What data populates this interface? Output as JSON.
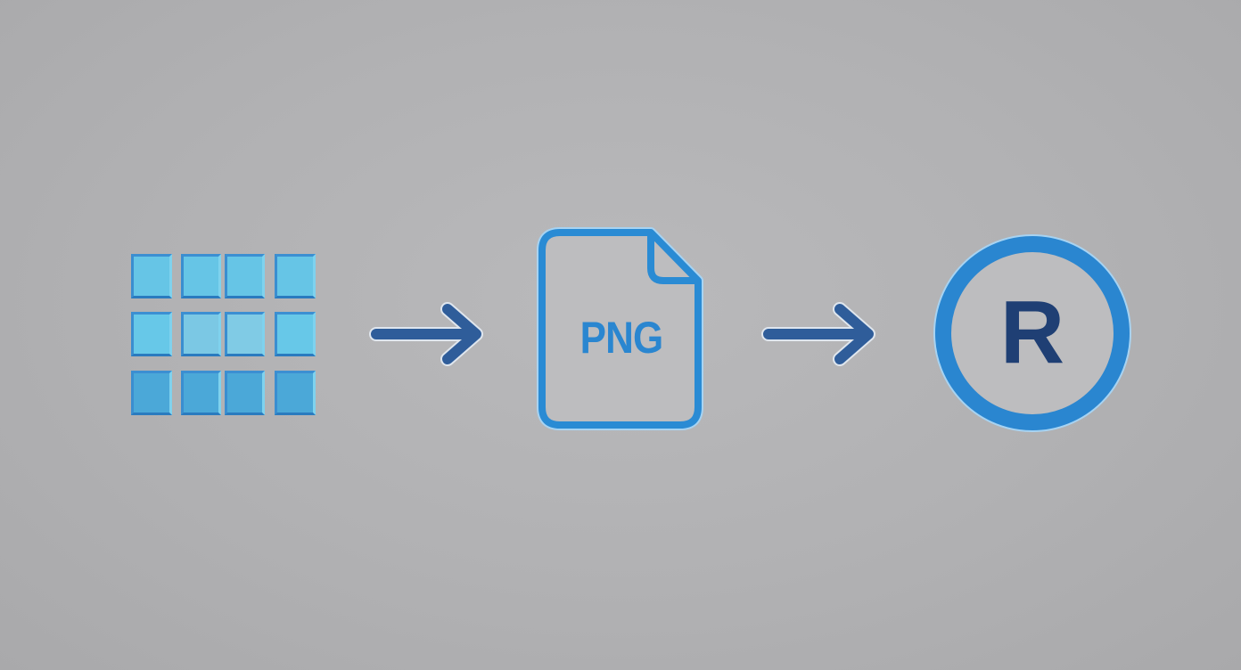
{
  "diagram": {
    "steps": [
      {
        "id": "grid",
        "icon": "pixel-grid-icon",
        "rows": 3,
        "cols": 4,
        "colors": [
          [
            "#66c5e6",
            "#66c5e6",
            "#66c5e6",
            "#66c5e6"
          ],
          [
            "#67c8e8",
            "#7bc8e4",
            "#80cbe5",
            "#67c8e8"
          ],
          [
            "#4ba8d8",
            "#4ba8d8",
            "#4ba8d8",
            "#4ba8d8"
          ]
        ]
      },
      {
        "id": "png-file",
        "icon": "file-icon",
        "label": "PNG"
      },
      {
        "id": "r-symbol",
        "icon": "registered-icon",
        "label": "R"
      }
    ],
    "arrows": [
      {
        "icon": "arrow-right-icon",
        "from": "grid",
        "to": "png-file"
      },
      {
        "icon": "arrow-right-icon",
        "from": "png-file",
        "to": "r-symbol"
      }
    ],
    "colors": {
      "background": "#b1b1b3",
      "accent_blue": "#2a86d0",
      "arrow_blue": "#2f5d9a",
      "dark_navy": "#1f3f74"
    }
  }
}
